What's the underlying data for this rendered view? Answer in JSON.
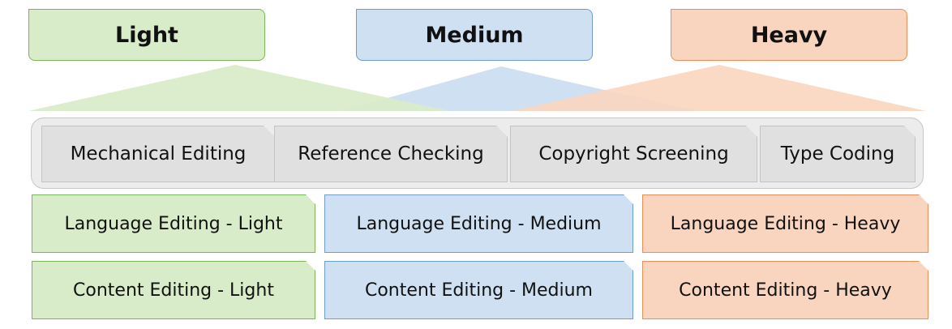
{
  "colors": {
    "light_fill": "#d9ecc9",
    "light_border": "#7ab55c",
    "medium_fill": "#cfe0f3",
    "medium_border": "#6f9bcf",
    "heavy_fill": "#f9d5bf",
    "heavy_border": "#e98d5a",
    "services_bar_fill": "#ececec",
    "service_tab_fill": "#e0e0e0"
  },
  "levels": [
    {
      "key": "light",
      "label": "Light"
    },
    {
      "key": "medium",
      "label": "Medium"
    },
    {
      "key": "heavy",
      "label": "Heavy"
    }
  ],
  "services": [
    "Mechanical Editing",
    "Reference Checking",
    "Copyright Screening",
    "Type Coding"
  ],
  "language_editing": {
    "light": "Language Editing - Light",
    "medium": "Language Editing - Medium",
    "heavy": "Language Editing - Heavy"
  },
  "content_editing": {
    "light": "Content Editing - Light",
    "medium": "Content Editing - Medium",
    "heavy": "Content Editing - Heavy"
  }
}
